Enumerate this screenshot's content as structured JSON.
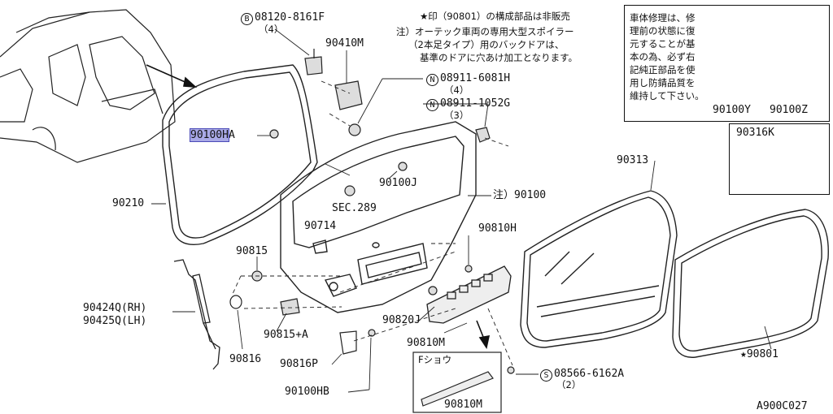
{
  "notes": {
    "star_note": "★印（90801）の構成部品は非販売",
    "note_line1": "注）オーテック車両の専用大型スポイラー",
    "note_line2": "（2本足タイプ）用のバックドアは、",
    "note_line3": "基準のドアに穴あけ加工となります。"
  },
  "repair_box": {
    "lines": [
      "車体修理は、修",
      "理前の状態に復",
      "元することが基",
      "本の為、必ず右",
      "記純正部品を使",
      "用し防錆品質を",
      "維持して下さい。"
    ],
    "part_left": "90100Y",
    "part_right": "90100Z"
  },
  "kit_box": {
    "part": "90316K"
  },
  "fasteners": {
    "b_code": "B",
    "b_part": "08120-8161F",
    "b_qty": "（4）",
    "n1_code": "N",
    "n1_part": "08911-6081H",
    "n1_qty": "（4）",
    "n2_code": "N",
    "n2_part": "08911-1052G",
    "n2_qty": "（3）",
    "s_code": "S",
    "s_part": "08566-6162A",
    "s_qty": "（2）"
  },
  "labels": {
    "p90410M": "90410M",
    "p90100HA_code": "90100H",
    "p90100HA_suffix": "A",
    "p90210": "90210",
    "p90100J": "90100J",
    "sec": "SEC.289",
    "p90100": "注）90100",
    "p90714": "90714",
    "p90313": "90313",
    "p90810H": "90810H",
    "p90815": "90815",
    "p90424Q": "90424Q(RH)",
    "p90425Q": "90425Q(LH)",
    "p90815A": "90815+A",
    "p90816": "90816",
    "p90816P": "90816P",
    "p90100HB": "90100HB",
    "p90820J": "90820J",
    "p90810M": "90810M",
    "f_type": "Fショウ",
    "p90810M_2": "90810M",
    "p90801": "★90801",
    "diagram_code": "A900C027"
  }
}
